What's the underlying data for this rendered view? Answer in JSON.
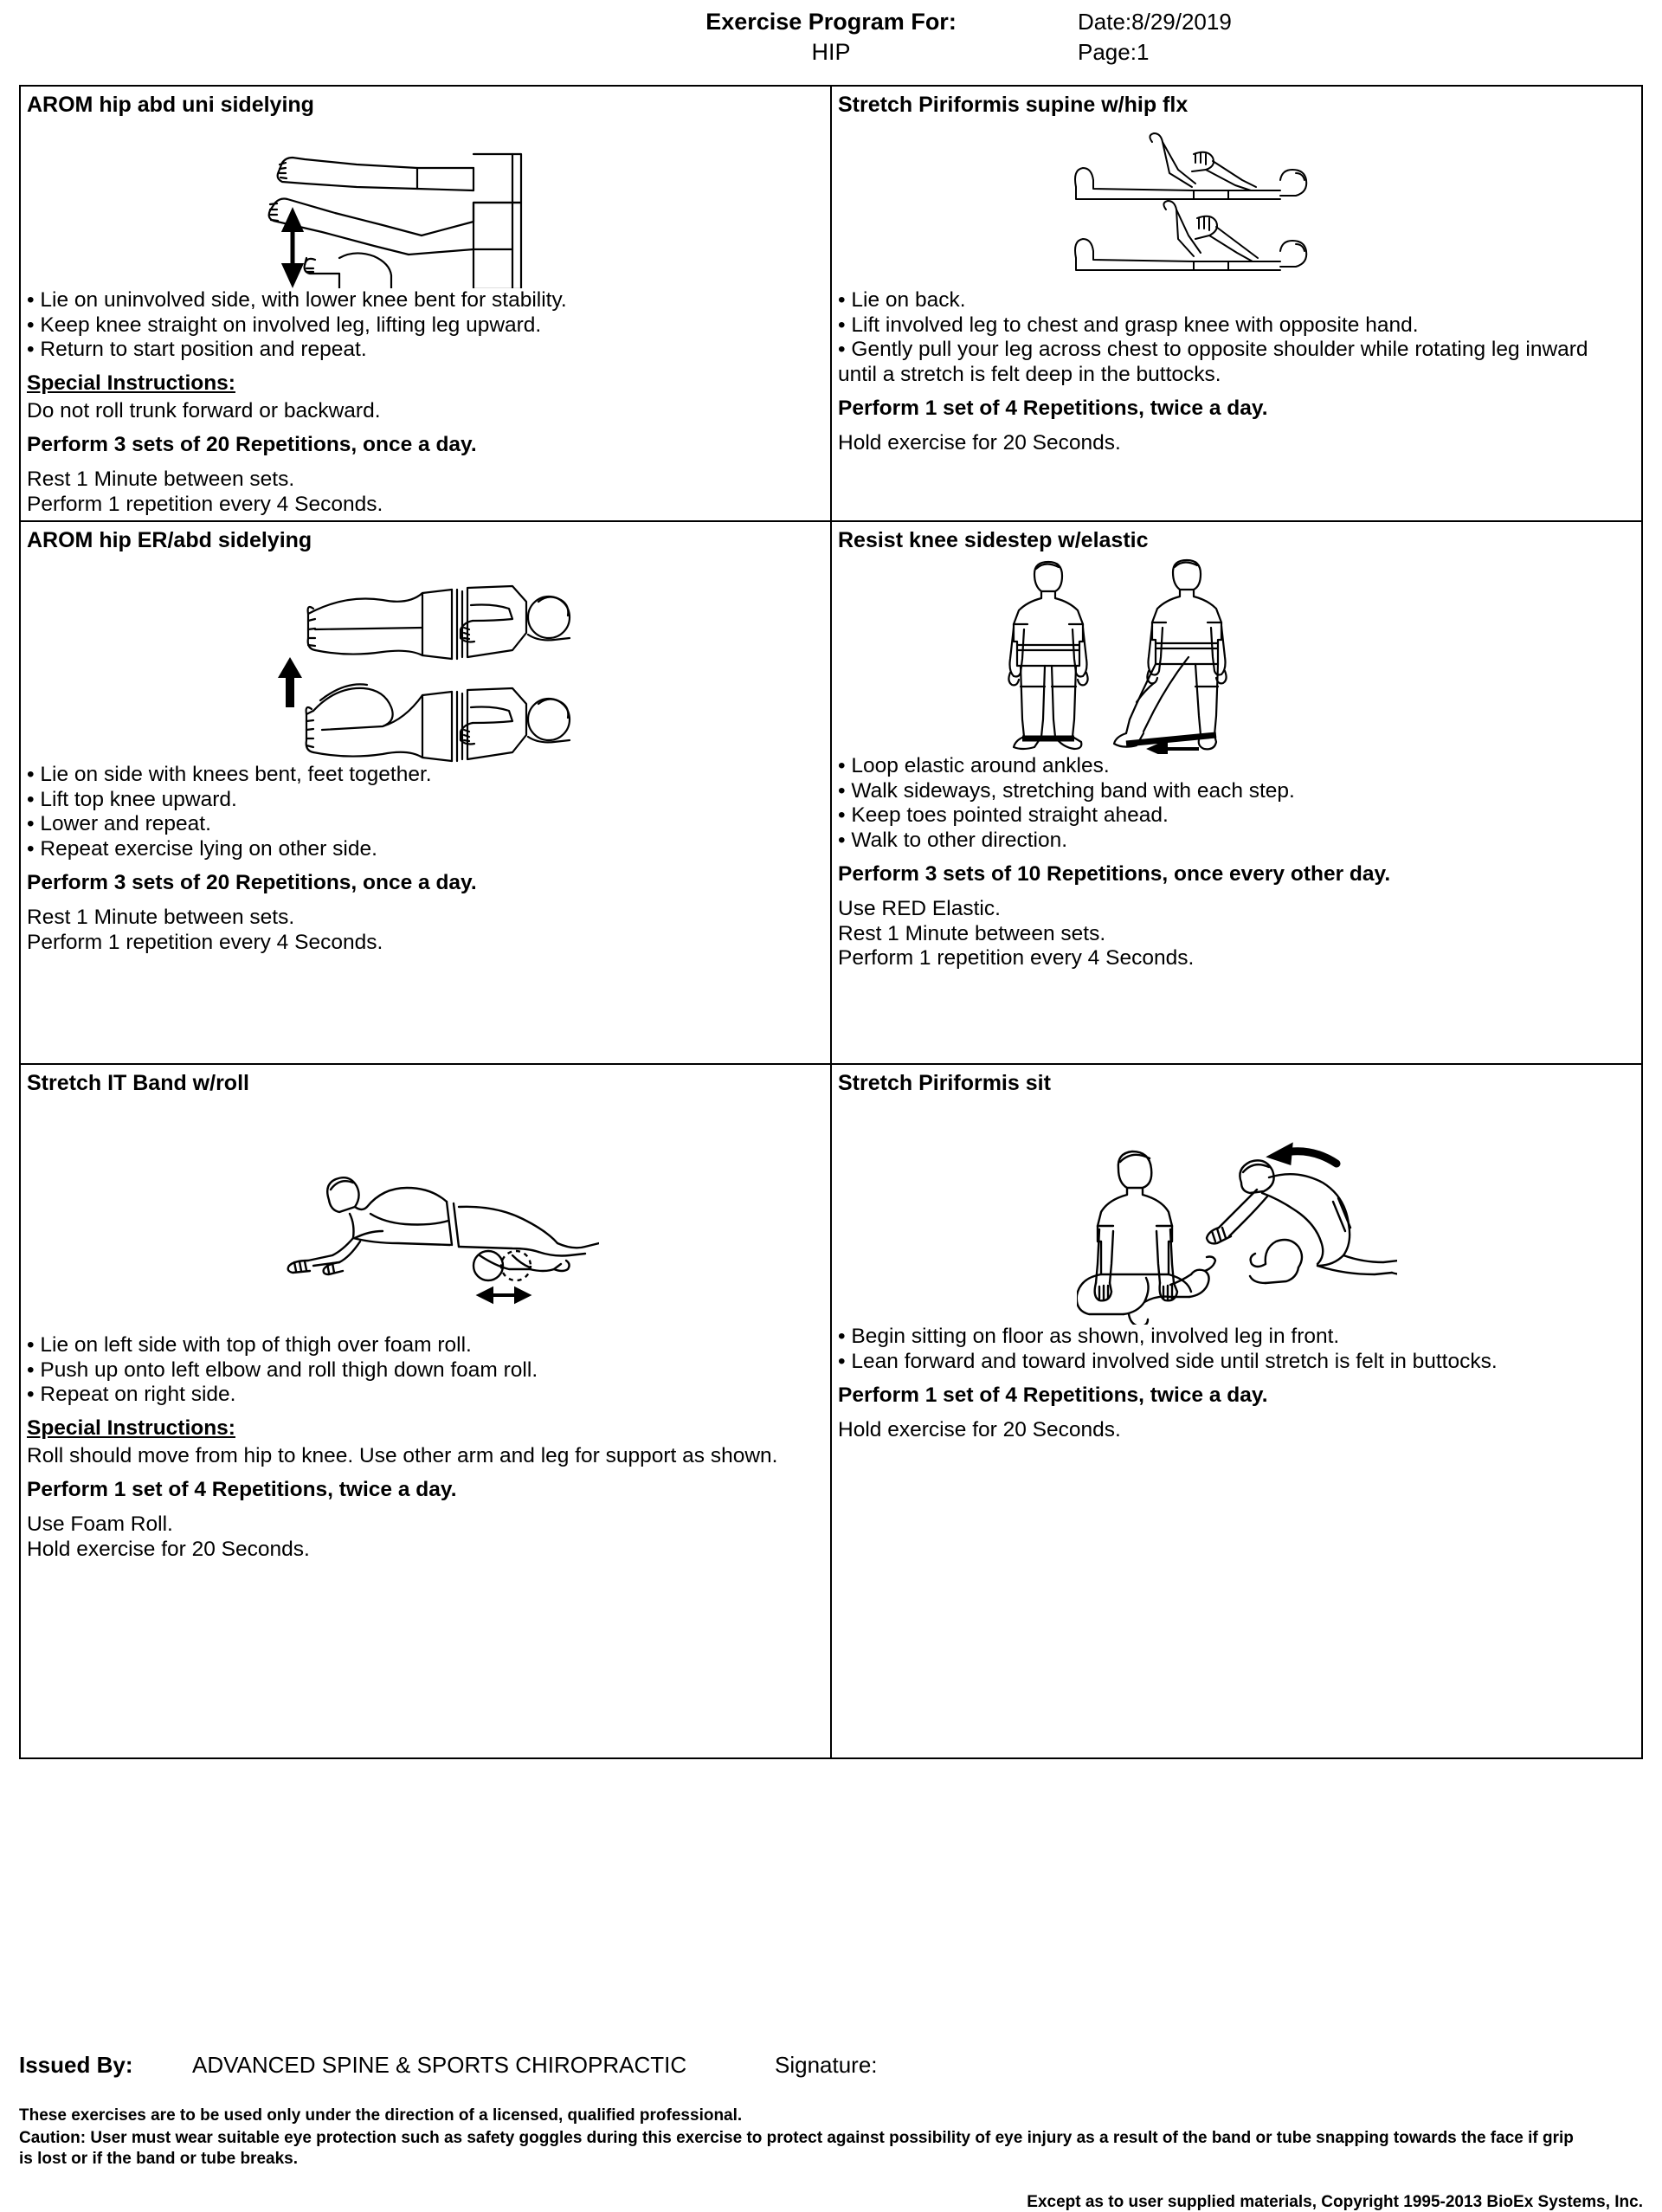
{
  "header": {
    "title": "Exercise Program For:",
    "subtitle": "HIP",
    "date_label": "Date:8/29/2019",
    "page_label": "Page:1"
  },
  "exercises": [
    {
      "title": "AROM hip abd uni sidelying",
      "figure_name": "sidelying-hip-abduction-illustration",
      "bullets": [
        "Lie on uninvolved side, with lower knee bent for stability.",
        "Keep knee straight on involved leg, lifting leg upward.",
        "Return to start position and repeat."
      ],
      "special_heading": "Special Instructions:",
      "special_text": "Do not roll trunk forward or backward.",
      "perform": "Perform 3 sets of 20 Repetitions, once a day.",
      "extra": [
        "Rest 1 Minute between sets.",
        "Perform 1 repetition every 4 Seconds."
      ]
    },
    {
      "title": "Stretch Piriformis supine w/hip flx",
      "figure_name": "supine-piriformis-stretch-illustration",
      "bullets": [
        "Lie on back.",
        "Lift involved leg to chest and grasp knee with opposite hand.",
        "Gently pull your leg across chest to opposite shoulder while rotating leg inward until a stretch is felt deep in the buttocks."
      ],
      "special_heading": "",
      "special_text": "",
      "perform": "Perform 1 set of 4 Repetitions, twice a day.",
      "extra": [
        "Hold exercise for 20 Seconds."
      ]
    },
    {
      "title": "AROM hip ER/abd sidelying",
      "figure_name": "sidelying-clamshell-illustration",
      "bullets": [
        "Lie on side with knees bent, feet together.",
        "Lift top knee upward.",
        "Lower and repeat.",
        "Repeat exercise lying on other side."
      ],
      "special_heading": "",
      "special_text": "",
      "perform": "Perform 3 sets of 20 Repetitions, once a day.",
      "extra": [
        "Rest 1 Minute between sets.",
        "Perform 1 repetition every 4 Seconds."
      ]
    },
    {
      "title": "Resist knee sidestep w/elastic",
      "figure_name": "standing-sidestep-elastic-band-illustration",
      "bullets": [
        "Loop elastic around ankles.",
        "Walk sideways, stretching band with each step.",
        "Keep toes pointed straight ahead.",
        "Walk to other direction."
      ],
      "special_heading": "",
      "special_text": "",
      "perform": "Perform 3 sets of 10 Repetitions, once every other day.",
      "extra": [
        "Use RED Elastic.",
        "Rest 1 Minute between sets.",
        "Perform 1 repetition every 4 Seconds."
      ]
    },
    {
      "title": "Stretch IT Band w/roll",
      "figure_name": "foam-roll-it-band-illustration",
      "bullets": [
        "Lie on left side with top of thigh over foam roll.",
        "Push up onto left elbow and roll thigh down foam roll.",
        "Repeat on right side."
      ],
      "special_heading": "Special Instructions:",
      "special_text": "Roll should move from hip to knee. Use other arm and leg for support as shown.",
      "perform": "Perform 1 set of 4 Repetitions, twice a day.",
      "extra": [
        "Use Foam Roll.",
        "Hold exercise for 20 Seconds."
      ]
    },
    {
      "title": "Stretch Piriformis sit",
      "figure_name": "seated-piriformis-stretch-illustration",
      "bullets": [
        "Begin sitting on floor as shown, involved leg in front.",
        "Lean forward and toward involved side until stretch is felt in buttocks."
      ],
      "special_heading": "",
      "special_text": "",
      "perform": "Perform 1 set of 4 Repetitions, twice a day.",
      "extra": [
        "Hold exercise for 20 Seconds."
      ]
    }
  ],
  "footer": {
    "issued_by_label": "Issued By:",
    "clinic_name": "ADVANCED SPINE & SPORTS CHIROPRACTIC",
    "signature_label": "Signature:",
    "disclaimer_line1": "These exercises are to be used only under the direction of a licensed, qualified professional.",
    "disclaimer_line2": "Caution: User must wear suitable eye protection such as safety goggles during this exercise to protect against possibility of eye injury as a result of the band or tube snapping towards the face if grip is lost or if the band or tube breaks.",
    "copyright": "Except as to user supplied materials, Copyright 1995-2013 BioEx Systems, Inc."
  },
  "colors": {
    "ink": "#000000",
    "paper": "#ffffff"
  }
}
